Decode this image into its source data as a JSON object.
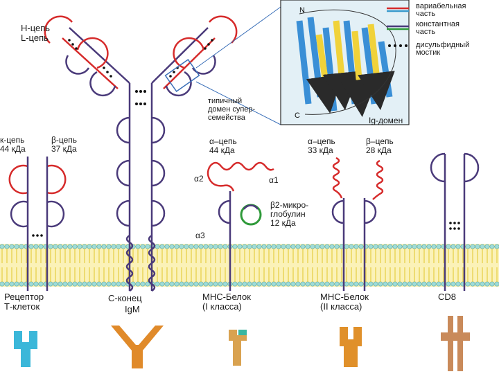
{
  "labels": {
    "h_chain": "Н-цепь",
    "l_chain": "L-цепь",
    "typical_domain": [
      "типичный",
      "домен супер-",
      "семейства"
    ],
    "ig_domain": "Ig-домен",
    "tcr_alpha": [
      "к-цепь",
      "44 кДа"
    ],
    "tcr_beta": [
      "β-цепь",
      "37 кДа"
    ],
    "mhc1_alpha": [
      "α–цепь",
      "44 кДа"
    ],
    "mhc2_alpha": [
      "α–цепь",
      "33 кДа"
    ],
    "mhc2_beta": [
      "β–цепь",
      "28 кДа"
    ],
    "alpha1": "α1",
    "alpha2": "α2",
    "alpha3": "α3",
    "b2m": [
      "β2-микро-",
      "глобулин",
      "12 кДа"
    ],
    "tcr_name": [
      "Рецептор",
      "Т-клеток"
    ],
    "igm_name": [
      "С-конец",
      "IgM"
    ],
    "mhc1_name": [
      "МНС-Белок",
      "(I класса)"
    ],
    "mhc2_name": [
      "МНС-Белок",
      "(II класса)"
    ],
    "cd8_name": "CD8"
  },
  "legend": [
    {
      "label": [
        "вариабельная",
        "часть"
      ],
      "color": "#d62b2b"
    },
    {
      "label": [
        "константная",
        "часть"
      ],
      "color": "#4a3a7a"
    },
    {
      "label": [
        "дисульфидный",
        "мостик"
      ],
      "color": "#111111"
    }
  ],
  "colors": {
    "variable": "#d62b2b",
    "constant": "#4a3a7a",
    "membrane_head": "#9fdcd8",
    "membrane_tail": "#f2dc3a",
    "inset_bg": "#e3f0f6",
    "helix_blue": "#3a8fd6",
    "helix_yellow": "#f0d23a",
    "b2m_green": "#2f9a3a",
    "icon_cyan": "#3bb7d9",
    "icon_orange": "#e08a2a",
    "icon_tan": "#d9a250"
  },
  "icons": [
    "tcr-icon",
    "igm-icon",
    "mhc1-icon",
    "mhc2-icon",
    "cd8-icon"
  ],
  "inset_letters": {
    "n": "N",
    "c": "C"
  }
}
